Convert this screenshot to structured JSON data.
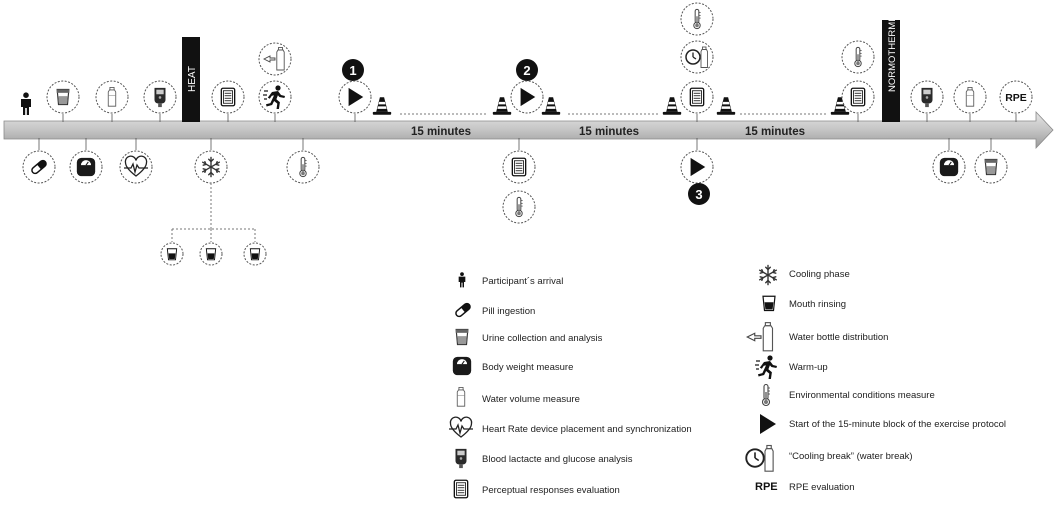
{
  "phases": {
    "heat": "HEAT",
    "normothermic": "NORMOTHERMIC"
  },
  "block_numbers": [
    "1",
    "2",
    "3"
  ],
  "intervals": [
    "15 minutes",
    "15 minutes",
    "15 minutes"
  ],
  "rpe_label": "RPE",
  "legend": {
    "left": [
      {
        "icon": "person-icon",
        "label": "Participant´s arrival"
      },
      {
        "icon": "pill-icon",
        "label": "Pill ingestion"
      },
      {
        "icon": "urine-cup-icon",
        "label": "Urine collection and analysis"
      },
      {
        "icon": "scale-icon",
        "label": "Body weight measure"
      },
      {
        "icon": "water-bottle-icon",
        "label": "Water volume measure"
      },
      {
        "icon": "heart-rate-icon",
        "label": "Heart Rate  device placement and synchronization"
      },
      {
        "icon": "lactate-meter-icon",
        "label": "Blood lactacte and glucose analysis"
      },
      {
        "icon": "questionnaire-icon",
        "label": "Perceptual responses evaluation"
      }
    ],
    "right": [
      {
        "icon": "snowflake-icon",
        "label": "Cooling phase"
      },
      {
        "icon": "mouth-rinse-cup-icon",
        "label": "Mouth rinsing"
      },
      {
        "icon": "bottle-distribution-icon",
        "label": "Water bottle distribution"
      },
      {
        "icon": "warm-up-icon",
        "label": "Warm-up"
      },
      {
        "icon": "thermometer-icon",
        "label": "Environmental conditions measure"
      },
      {
        "icon": "play-icon",
        "label": "Start of the 15-minute block of the exercise protocol"
      },
      {
        "icon": "clock-bottle-icon",
        "label": "“Cooling break” (water break)"
      },
      {
        "icon": "rpe-icon",
        "label": "RPE evaluation",
        "symbol": "RPE"
      }
    ]
  }
}
